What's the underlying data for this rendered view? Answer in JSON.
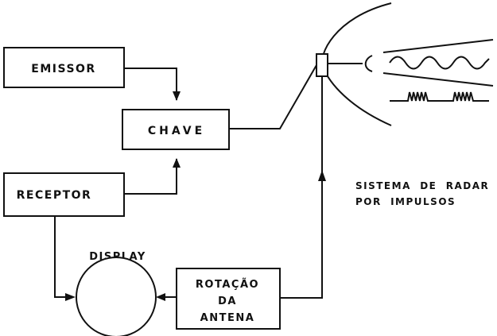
{
  "blocks": {
    "emissor": "EMISSOR",
    "chave": "CHAVE",
    "receptor": "RECEPTOR",
    "display": "DISPLAY",
    "rotacao_line1": "ROTAÇÃO",
    "rotacao_line2": "DA",
    "rotacao_line3": "ANTENA"
  },
  "caption": {
    "line1": "SISTEMA  DE  RADAR",
    "line2": "POR  IMPULSOS"
  },
  "icons": [
    "parabolic-antenna-icon",
    "sine-wave-signal-icon",
    "pulse-burst-signal-icon"
  ]
}
